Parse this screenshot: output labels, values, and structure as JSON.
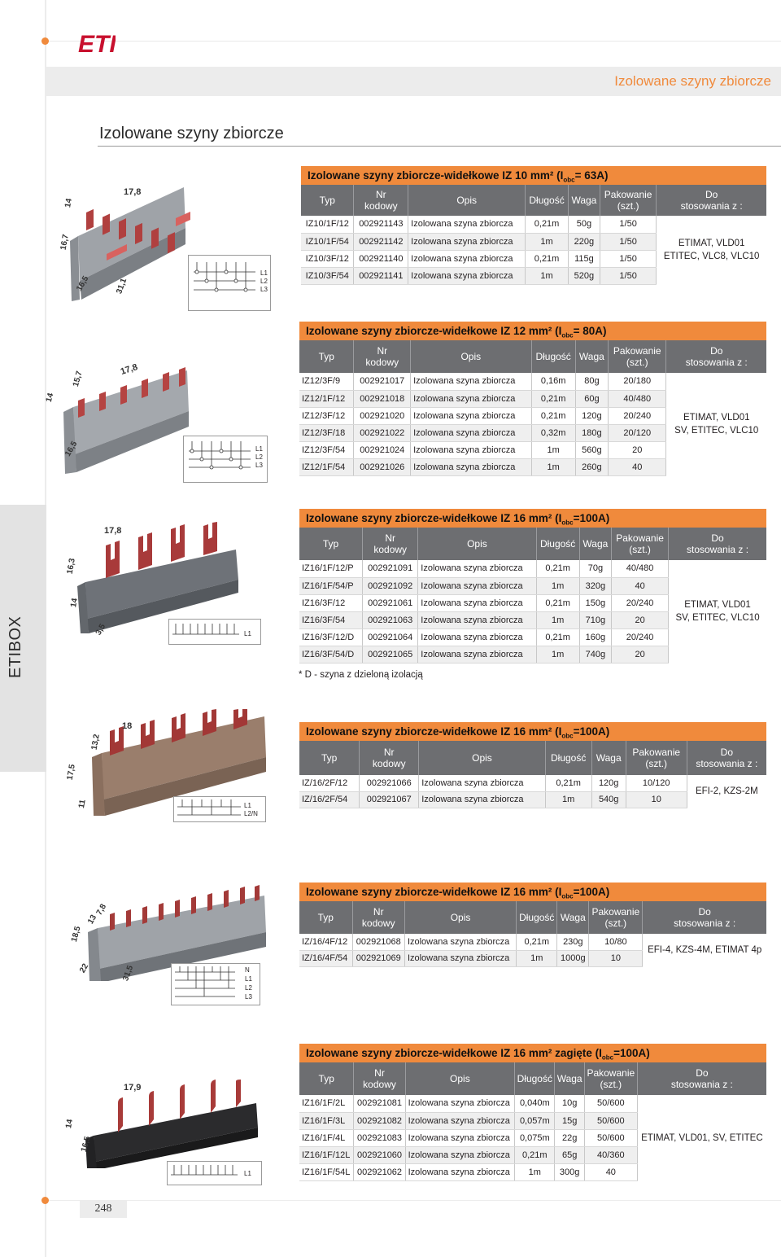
{
  "brand": {
    "logo_text": "ETI",
    "accent": "#f08a3c",
    "header_gray": "#6d6e71"
  },
  "header": {
    "section_title": "Izolowane szyny zbiorcze"
  },
  "page": {
    "title": "Izolowane szyny zbiorcze",
    "side_label": "ETIBOX",
    "page_number": "248"
  },
  "columns": {
    "typ": "Typ",
    "nr_a": "Nr",
    "nr_b": "kodowy",
    "opis": "Opis",
    "dlugosc": "Długość",
    "waga": "Waga",
    "pak_a": "Pakowanie",
    "pak_b": "(szt.)",
    "do_a": "Do",
    "do_b": "stosowania z :"
  },
  "t1": {
    "title": "Izolowane szyny zbiorcze-widełkowe IZ  10 mm² (I",
    "sub": "obc",
    "title_end": "= 63A)",
    "apply_a": "ETIMAT, VLD01",
    "apply_b": "ETITEC, VLC8, VLC10",
    "rows": [
      [
        "IZ10/1F/12",
        "002921143",
        "Izolowana szyna zbiorcza",
        "0,21m",
        "50g",
        "1/50"
      ],
      [
        "IZ10/1F/54",
        "002921142",
        "Izolowana szyna zbiorcza",
        "1m",
        "220g",
        "1/50"
      ],
      [
        "IZ10/3F/12",
        "002921140",
        "Izolowana szyna zbiorcza",
        "0,21m",
        "115g",
        "1/50"
      ],
      [
        "IZ10/3F/54",
        "002921141",
        "Izolowana szyna zbiorcza",
        "1m",
        "520g",
        "1/50"
      ]
    ],
    "dims": [
      "17,8",
      "14",
      "16,7",
      "16,5",
      "31,1"
    ],
    "lines": [
      "L1",
      "L2",
      "L3"
    ]
  },
  "t2": {
    "title": "Izolowane szyny zbiorcze-widełkowe IZ  12 mm² (I",
    "sub": "obc",
    "title_end": "= 80A)",
    "apply_a": "ETIMAT, VLD01",
    "apply_b": "SV, ETITEC,  VLC10",
    "rows": [
      [
        "IZ12/3F/9",
        "002921017",
        "Izolowana szyna zbiorcza",
        "0,16m",
        "80g",
        "20/180"
      ],
      [
        "IZ12/1F/12",
        "002921018",
        "Izolowana szyna zbiorcza",
        "0,21m",
        "60g",
        "40/480"
      ],
      [
        "IZ12/3F/12",
        "002921020",
        "Izolowana szyna zbiorcza",
        "0,21m",
        "120g",
        "20/240"
      ],
      [
        "IZ12/3F/18",
        "002921022",
        "Izolowana szyna zbiorcza",
        "0,32m",
        "180g",
        "20/120"
      ],
      [
        "IZ12/3F/54",
        "002921024",
        "Izolowana szyna zbiorcza",
        "1m",
        "560g",
        "20"
      ],
      [
        "IZ12/1F/54",
        "002921026",
        "Izolowana szyna zbiorcza",
        "1m",
        "260g",
        "40"
      ]
    ],
    "dims": [
      "17,8",
      "15,7",
      "14",
      "16,5"
    ],
    "lines": [
      "L1",
      "L2",
      "L3"
    ]
  },
  "t3": {
    "title": "Izolowane szyny zbiorcze-widełkowe IZ  16 mm² (I",
    "sub": "obc",
    "title_end": "=100A)",
    "apply_a": "ETIMAT, VLD01",
    "apply_b": "SV, ETITEC, VLC10",
    "rows": [
      [
        "IZ16/1F/12/P",
        "002921091",
        "Izolowana szyna zbiorcza",
        "0,21m",
        "70g",
        "40/480"
      ],
      [
        "IZ16/1F/54/P",
        "002921092",
        "Izolowana szyna zbiorcza",
        "1m",
        "320g",
        "40"
      ],
      [
        "IZ16/3F/12",
        "002921061",
        "Izolowana szyna zbiorcza",
        "0,21m",
        "150g",
        "20/240"
      ],
      [
        "IZ16/3F/54",
        "002921063",
        "Izolowana szyna zbiorcza",
        "1m",
        "710g",
        "20"
      ],
      [
        "IZ16/3F/12/D",
        "002921064",
        "Izolowana szyna zbiorcza",
        "0,21m",
        "160g",
        "20/240"
      ],
      [
        "IZ16/3F/54/D",
        "002921065",
        "Izolowana szyna zbiorcza",
        "1m",
        "740g",
        "20"
      ]
    ],
    "note": "* D - szyna z dzieloną izolacją",
    "dims": [
      "17,8",
      "16,3",
      "14",
      "3,5"
    ],
    "lines": [
      "L1"
    ]
  },
  "t4": {
    "title": "Izolowane szyny zbiorcze-widełkowe IZ  16 mm² (I",
    "sub": "obc",
    "title_end": "=100A)",
    "apply_a": "EFI-2, KZS-2M",
    "rows": [
      [
        "IZ/16/2F/12",
        "002921066",
        "Izolowana szyna zbiorcza",
        "0,21m",
        "120g",
        "10/120"
      ],
      [
        "IZ/16/2F/54",
        "002921067",
        "Izolowana szyna zbiorcza",
        "1m",
        "540g",
        "10"
      ]
    ],
    "dims": [
      "18",
      "13,2",
      "17,5",
      "11"
    ],
    "lines": [
      "L1",
      "L2/N"
    ]
  },
  "t5": {
    "title": "Izolowane szyny zbiorcze-widełkowe IZ  16 mm² (I",
    "sub": "obc",
    "title_end": "=100A)",
    "apply_a": "EFI-4, KZS-4M, ETIMAT 4p",
    "rows": [
      [
        "IZ/16/4F/12",
        "002921068",
        "Izolowana szyna zbiorcza",
        "0,21m",
        "230g",
        "10/80"
      ],
      [
        "IZ/16/4F/54",
        "002921069",
        "Izolowana szyna zbiorcza",
        "1m",
        "1000g",
        "10"
      ]
    ],
    "dims": [
      "7,8",
      "13",
      "18,5",
      "22",
      "31,5"
    ],
    "lines": [
      "N",
      "L1",
      "L2",
      "L3"
    ]
  },
  "t6": {
    "title": "Izolowane szyny zbiorcze-widełkowe IZ  16 mm² zagięte   (I",
    "sub": "obc",
    "title_end": "=100A)",
    "apply_a": "ETIMAT, VLD01, SV, ETITEC",
    "rows": [
      [
        "IZ16/1F/2L",
        "002921081",
        "Izolowana szyna zbiorcza",
        "0,040m",
        "10g",
        "50/600"
      ],
      [
        "IZ16/1F/3L",
        "002921082",
        "Izolowana szyna zbiorcza",
        "0,057m",
        "15g",
        "50/600"
      ],
      [
        "IZ16/1F/4L",
        "002921083",
        "Izolowana szyna zbiorcza",
        "0,075m",
        "22g",
        "50/600"
      ],
      [
        "IZ16/1F/12L",
        "002921060",
        "Izolowana szyna zbiorcza",
        "0,21m",
        "65g",
        "40/360"
      ],
      [
        "IZ16/1F/54L",
        "002921062",
        "Izolowana szyna zbiorcza",
        "1m",
        "300g",
        "40"
      ]
    ],
    "dims": [
      "17,9",
      "14",
      "16,5"
    ],
    "lines": [
      "L1"
    ]
  }
}
